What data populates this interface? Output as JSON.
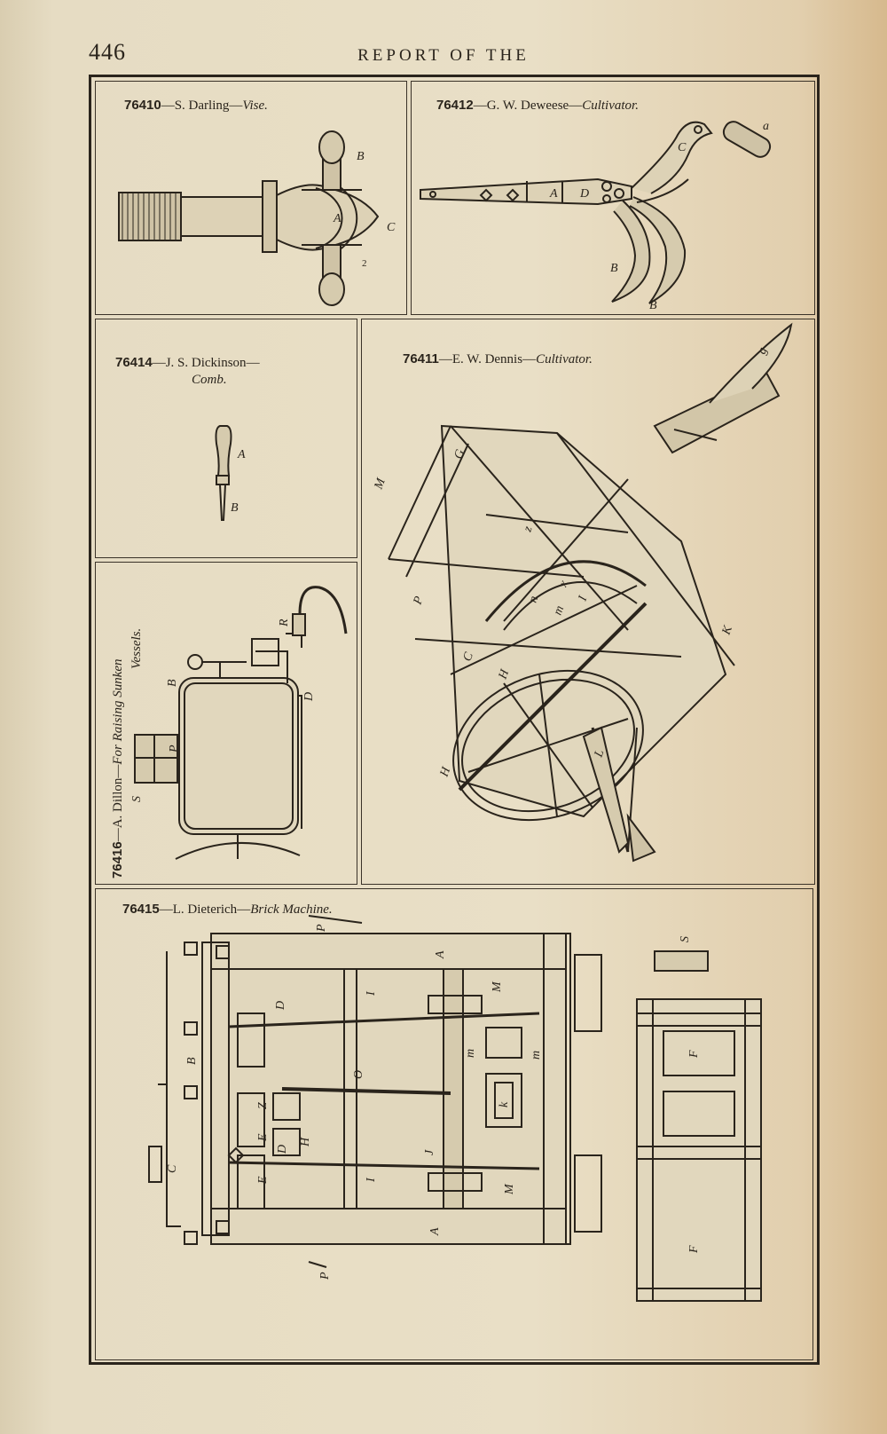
{
  "header": {
    "page_number": "446",
    "running_head": "REPORT OF THE"
  },
  "figures": [
    {
      "number": "76410",
      "inventor": "S. Darling",
      "title": "Vise.",
      "labels": [
        "B",
        "A",
        "C",
        "2"
      ]
    },
    {
      "number": "76412",
      "inventor": "G. W. Deweese",
      "title": "Cultivator.",
      "labels": [
        "a",
        "C",
        "A",
        "D",
        "B",
        "B"
      ]
    },
    {
      "number": "76414",
      "inventor": "J. S. Dickinson",
      "title": "Comb.",
      "labels": [
        "A",
        "B"
      ]
    },
    {
      "number": "76411",
      "inventor": "E. W. Dennis",
      "title": "Cultivator.",
      "labels": [
        "g",
        "G",
        "M",
        "z",
        "x",
        "P",
        "n",
        "m",
        "I",
        "C",
        "H",
        "L",
        "K",
        "H"
      ]
    },
    {
      "number": "76416",
      "inventor": "A. Dillon",
      "title": "For Raising Sunken",
      "title_line2": "Vessels.",
      "labels": [
        "R",
        "B",
        "P",
        "S",
        "D"
      ]
    },
    {
      "number": "76415",
      "inventor": "L. Dieterich",
      "title": "Brick Machine.",
      "labels": [
        "P",
        "A",
        "I",
        "M",
        "D",
        "B",
        "O",
        "m",
        "m",
        "Z",
        "k",
        "H",
        "E",
        "D",
        "C",
        "E",
        "J",
        "I",
        "M",
        "A",
        "P",
        "S",
        "F",
        "F"
      ]
    }
  ]
}
